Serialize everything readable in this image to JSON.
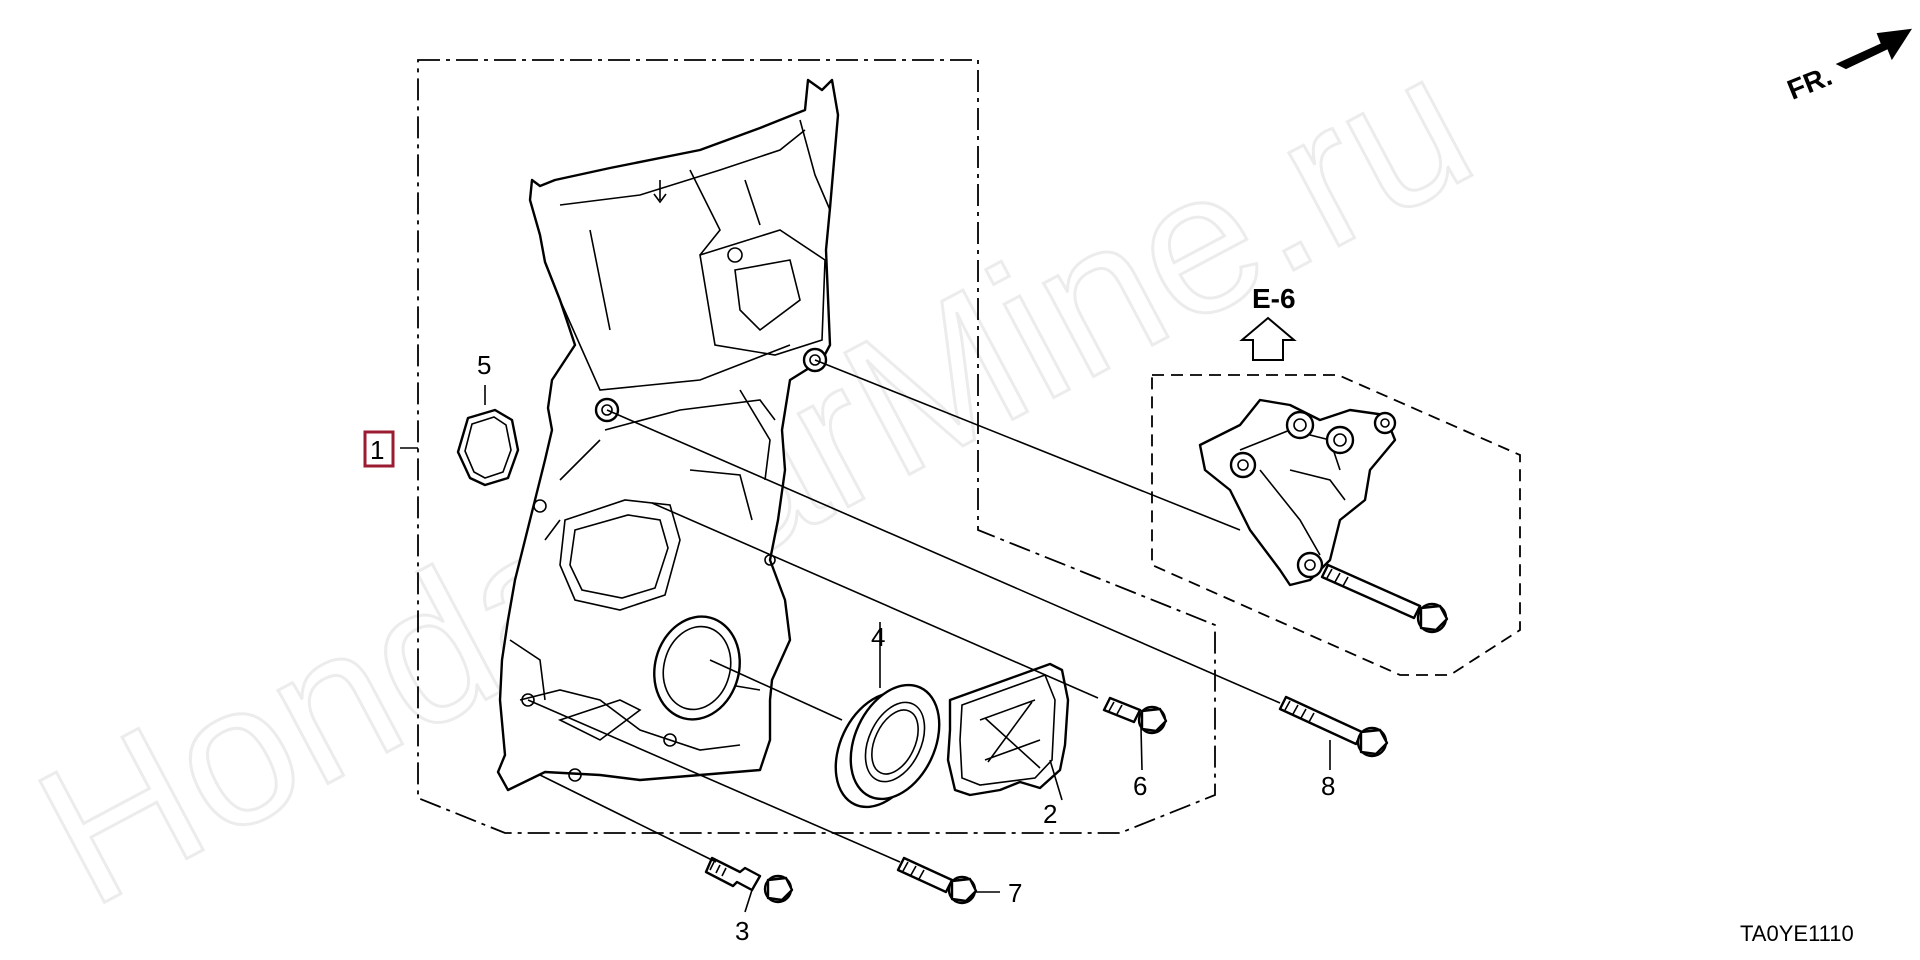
{
  "watermark": "HondaCarMine.ru",
  "direction_indicator": "FR.",
  "reference_label": "E-6",
  "diagram_code": "TA0YE1110",
  "callouts": {
    "c1": "1",
    "c2": "2",
    "c3": "3",
    "c4": "4",
    "c5": "5",
    "c6": "6",
    "c7": "7",
    "c8": "8"
  },
  "colors": {
    "highlight_box": "#9b1b30",
    "line": "#000000",
    "watermark": "#ececec"
  }
}
